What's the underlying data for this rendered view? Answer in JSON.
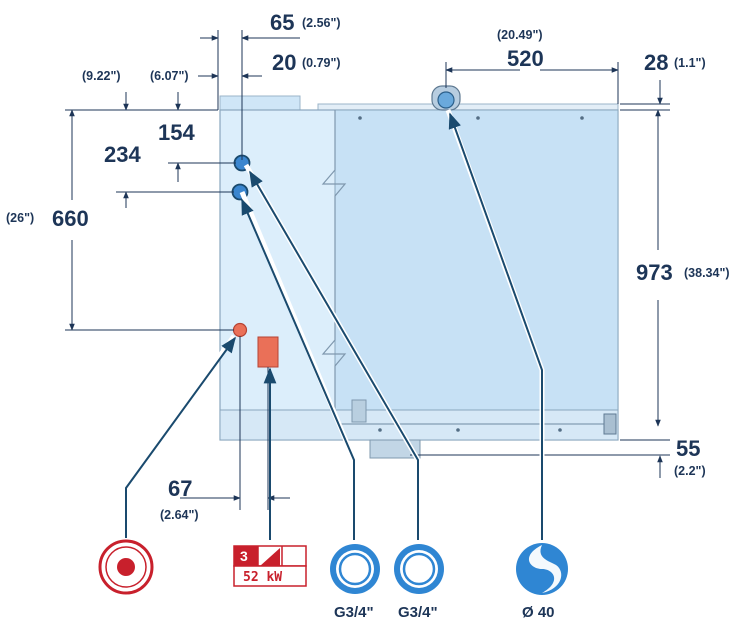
{
  "dimensions": {
    "d65": {
      "value": "65",
      "inch": "(2.56\")"
    },
    "d20": {
      "value": "20",
      "inch": "(0.79\")"
    },
    "d520": {
      "value": "520",
      "inch": "(20.49\")"
    },
    "d28": {
      "value": "28",
      "inch": "(1.1\")"
    },
    "d234": {
      "value": "234",
      "inch": "(9.22\")"
    },
    "d154": {
      "value": "154",
      "inch": "(6.07\")"
    },
    "d660": {
      "value": "660",
      "inch": "(26\")"
    },
    "d973": {
      "value": "973",
      "inch": "(38.34\")"
    },
    "d55": {
      "value": "55",
      "inch": "(2.2\")"
    },
    "d67": {
      "value": "67",
      "inch": "(2.64\")"
    }
  },
  "legend": {
    "electric_phase": "3",
    "electric_power": "52 kW",
    "water_inlet_1": "G3/4\"",
    "water_inlet_2": "G3/4\"",
    "drain": "Ø 40"
  },
  "colors": {
    "dim_text": "#1d3557",
    "cabinet_fill": "#cfe6f7",
    "cabinet_front": "#dceefb",
    "red_accent": "#c8202c",
    "electric_box": "#ea7058",
    "water_blue": "#2f86d3",
    "leader_dark": "#1a4a6e"
  },
  "icons": [
    "water-inlet-icon",
    "drain-icon",
    "electric-connection-icon",
    "safety-valve-icon"
  ]
}
